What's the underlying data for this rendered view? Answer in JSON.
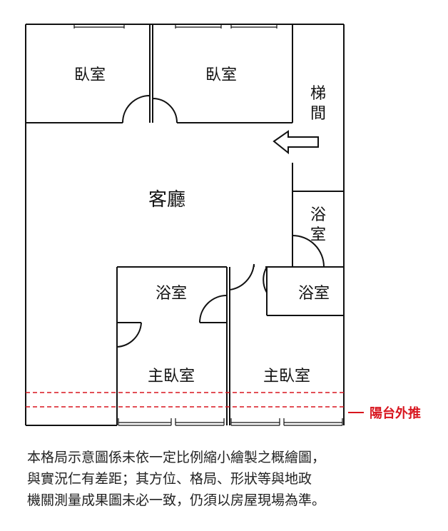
{
  "rooms": {
    "bedroom_left": "臥室",
    "bedroom_right": "臥室",
    "stairs_line1": "梯",
    "stairs_line2": "間",
    "living_room": "客廳",
    "bath_right_line1": "浴",
    "bath_right_line2": "室",
    "bath_center": "浴室",
    "bath_small": "浴室",
    "master_bedroom_left": "主臥室",
    "master_bedroom_right": "主臥室"
  },
  "balcony_note": "陽台外推",
  "colors": {
    "wall": "#111111",
    "balcony_line": "#d8151e"
  },
  "disclaimer": [
    "本格局示意圖係未依一定比例縮小繪製之概繪圖，",
    "與實況仁有差距；其方位、格局、形狀等與地政",
    "機關測量成果圖未必一致，仍須以房屋現場為準。"
  ]
}
